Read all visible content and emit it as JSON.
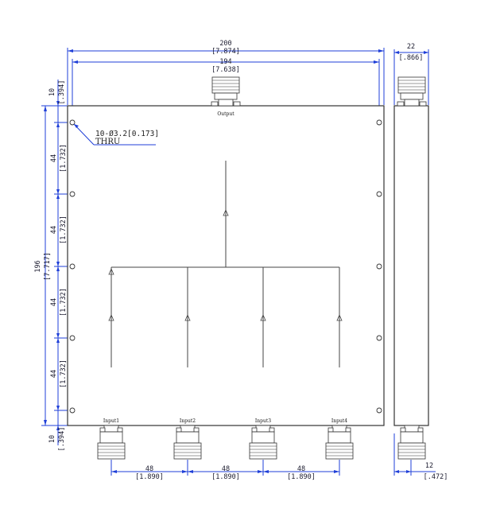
{
  "labels": {
    "output": "Output",
    "input1": "Input1",
    "input2": "Input2",
    "input3": "Input3",
    "input4": "Input4"
  },
  "dimensions": {
    "overall_width_mm": "200",
    "overall_width_in": "[7.874]",
    "hole_span_mm": "194",
    "hole_span_in": "[7.638]",
    "side_width_mm": "22",
    "side_width_in": "[.866]",
    "top_offset_mm": "10",
    "top_offset_in": "[.394]",
    "bottom_offset_mm": "10",
    "bottom_offset_in": "[.394]",
    "height_mm": "196",
    "height_in": "[7.717]",
    "pitch_mm": "44",
    "pitch_in": "[1.732]",
    "connector_pitch_mm": "48",
    "connector_pitch_in": "[1.890]",
    "side_connector_mm": "12",
    "side_connector_in": "[.472]"
  },
  "notes": {
    "holes_line1": "10-Ø3.2[0.173]",
    "holes_line2": "THRU"
  },
  "colors": {
    "dimension": "#1f3fd8",
    "outline": "#333333"
  }
}
